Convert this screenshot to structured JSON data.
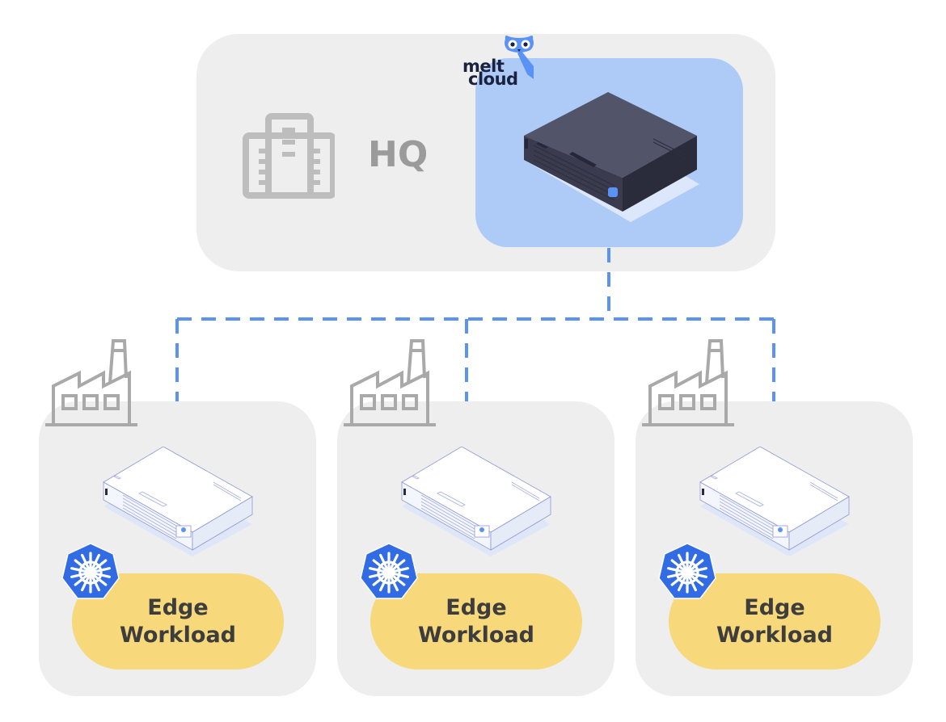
{
  "diagram": {
    "hq": {
      "label": "HQ",
      "icon": "office-building-icon",
      "appliance": {
        "brand_line1": "melt",
        "brand_line2": "cloud",
        "logo_icon": "owl-icon",
        "device_icon": "dark-server-appliance-icon"
      }
    },
    "edge_sites": [
      {
        "site_icon": "factory-icon",
        "device_icon": "server-icon",
        "platform_icon": "kubernetes-icon",
        "workload_line1": "Edge",
        "workload_line2": "Workload"
      },
      {
        "site_icon": "factory-icon",
        "device_icon": "server-icon",
        "platform_icon": "kubernetes-icon",
        "workload_line1": "Edge",
        "workload_line2": "Workload"
      },
      {
        "site_icon": "factory-icon",
        "device_icon": "server-icon",
        "platform_icon": "kubernetes-icon",
        "workload_line1": "Edge",
        "workload_line2": "Workload"
      }
    ],
    "colors": {
      "box_gray": "#eeeeee",
      "hq_accent": "#aecbf7",
      "connector": "#5b93f5",
      "workload": "#f7d87a",
      "kubernetes": "#326ce5",
      "icon_gray": "#bdbdbd"
    }
  }
}
